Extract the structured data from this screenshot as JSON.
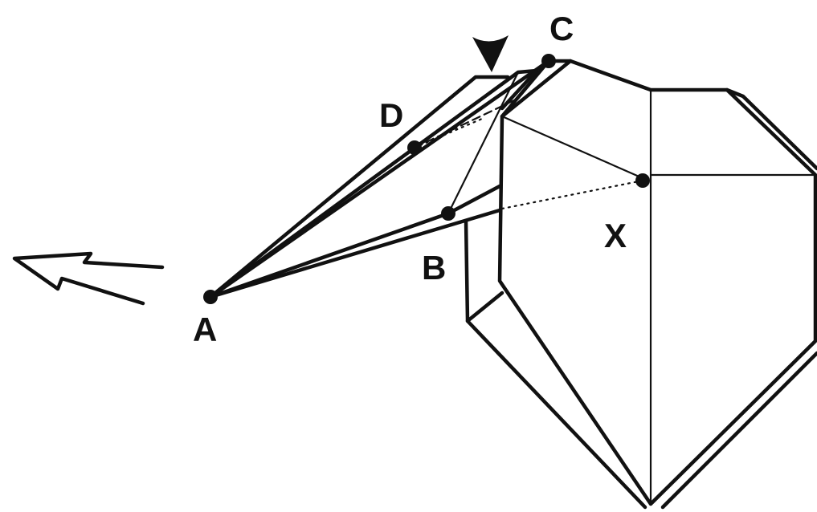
{
  "labels": {
    "a": "A",
    "b": "B",
    "c": "C",
    "d": "D",
    "x": "X"
  },
  "colors": {
    "ink": "#111111",
    "background": "#ffffff"
  },
  "icons": {
    "arrow": "left-arrow-icon",
    "marker": "downward-triangle-marker-icon"
  }
}
